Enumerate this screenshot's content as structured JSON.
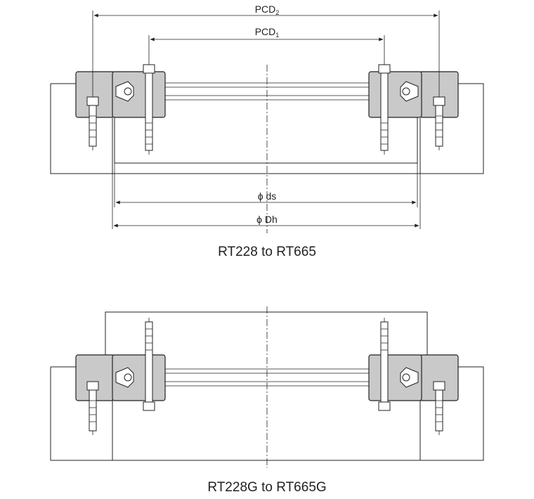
{
  "top_diagram": {
    "caption": "RT228 to RT665",
    "dimensions": {
      "pcd2": {
        "main": "PCD",
        "sub": "2"
      },
      "pcd1": {
        "main": "PCD",
        "sub": "1"
      },
      "ds": "ϕ ds",
      "dh": "ϕ Dh"
    }
  },
  "bottom_diagram": {
    "caption": "RT228G to RT665G"
  }
}
